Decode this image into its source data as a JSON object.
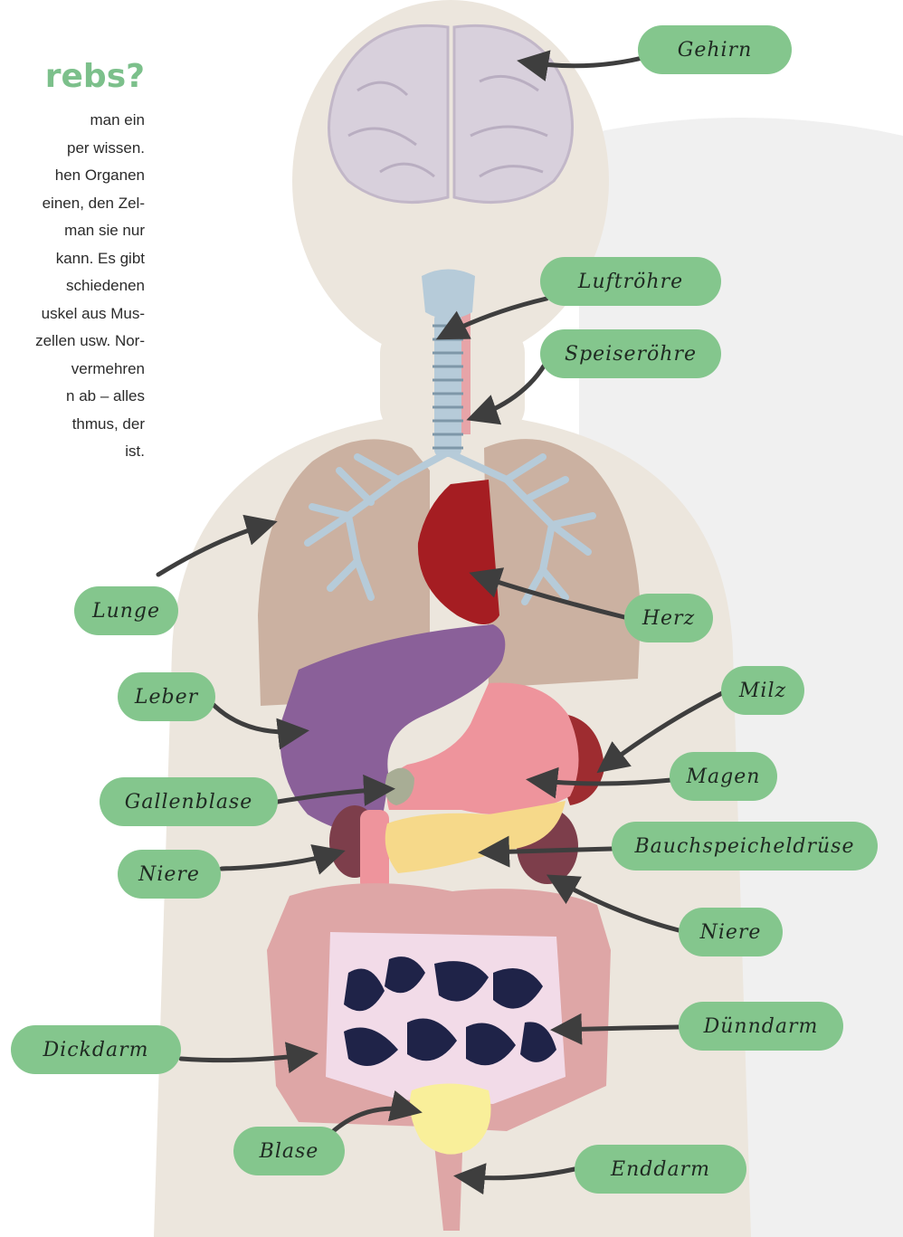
{
  "heading": "rebs?",
  "text_lines": [
    "man ein",
    "per wissen.",
    "hen Organen",
    "einen, den Zel-",
    "man sie nur",
    "kann. Es gibt",
    "schiedenen",
    "uskel aus Mus-",
    "zellen usw. Nor-",
    "vermehren",
    "n ab – alles",
    "thmus, der",
    "ist."
  ],
  "labels": {
    "gehirn": "Gehirn",
    "luftroehre": "Luftröhre",
    "speiseroehre": "Speiseröhre",
    "lunge": "Lunge",
    "herz": "Herz",
    "leber": "Leber",
    "milz": "Milz",
    "magen": "Magen",
    "gallenblase": "Gallenblase",
    "bauchspeicheldruese": "Bauchspeicheldrüse",
    "niere_left": "Niere",
    "niere_right": "Niere",
    "duenndarm": "Dünndarm",
    "dickdarm": "Dickdarm",
    "blase": "Blase",
    "enddarm": "Enddarm"
  },
  "colors": {
    "label_bg": "#84c68d",
    "heading": "#7cc08b",
    "body_silhouette": "#ece6dd",
    "backdrop": "#f0f0f0"
  }
}
